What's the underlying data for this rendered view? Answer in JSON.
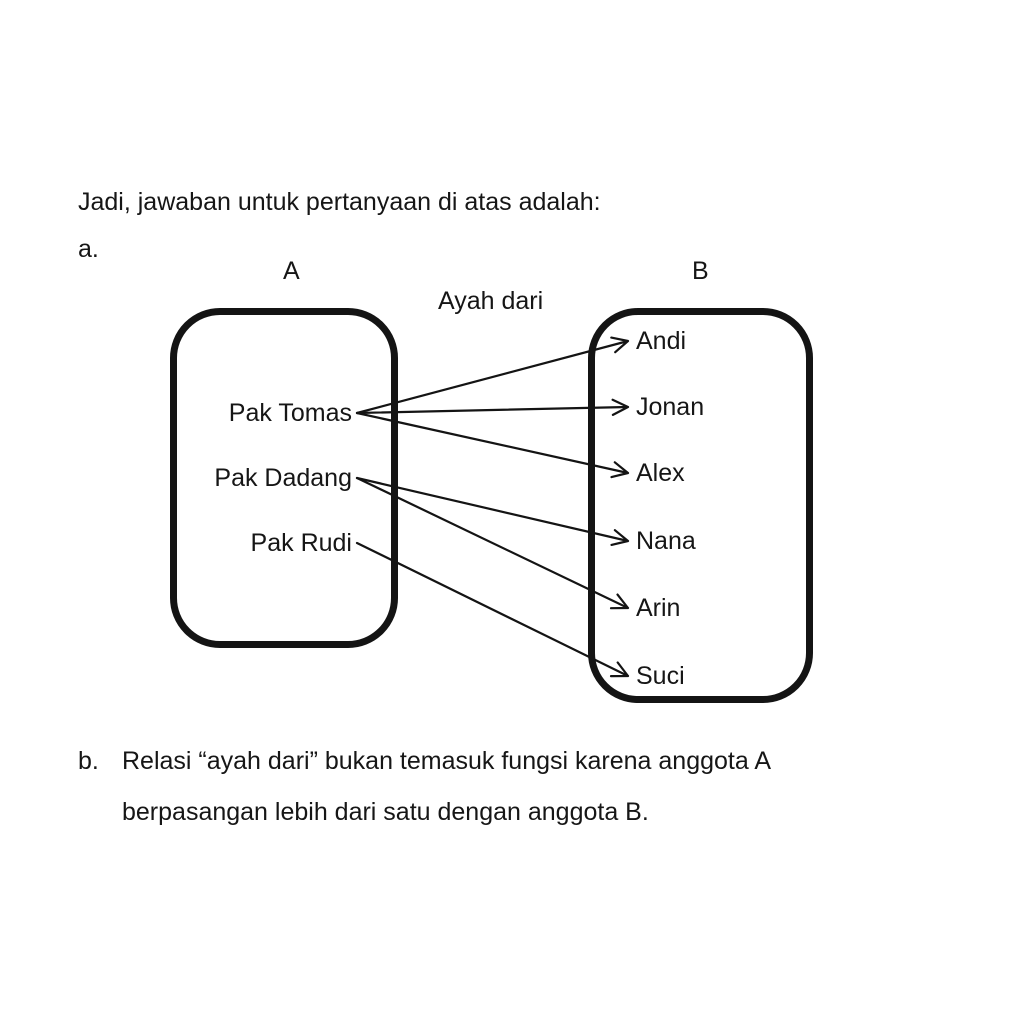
{
  "page": {
    "intro_line": "Jadi, jawaban untuk pertanyaan di atas adalah:",
    "item_a_label": "a.",
    "item_b_label": "b.",
    "item_b_line1": "Relasi “ayah dari” bukan temasuk fungsi karena anggota A",
    "item_b_line2": "berpasangan lebih dari satu dengan anggota B."
  },
  "diagram": {
    "set_a_title": "A",
    "set_b_title": "B",
    "relation_label": "Ayah dari",
    "set_a_members": [
      "Pak Tomas",
      "Pak Dadang",
      "Pak Rudi"
    ],
    "set_b_members": [
      "Andi",
      "Jonan",
      "Alex",
      "Nana",
      "Arin",
      "Suci"
    ],
    "mappings": [
      {
        "from": "Pak Tomas",
        "to": "Andi"
      },
      {
        "from": "Pak Tomas",
        "to": "Jonan"
      },
      {
        "from": "Pak Tomas",
        "to": "Alex"
      },
      {
        "from": "Pak Dadang",
        "to": "Nana"
      },
      {
        "from": "Pak Dadang",
        "to": "Arin"
      },
      {
        "from": "Pak Rudi",
        "to": "Suci"
      }
    ],
    "ink_color": "#141414"
  }
}
